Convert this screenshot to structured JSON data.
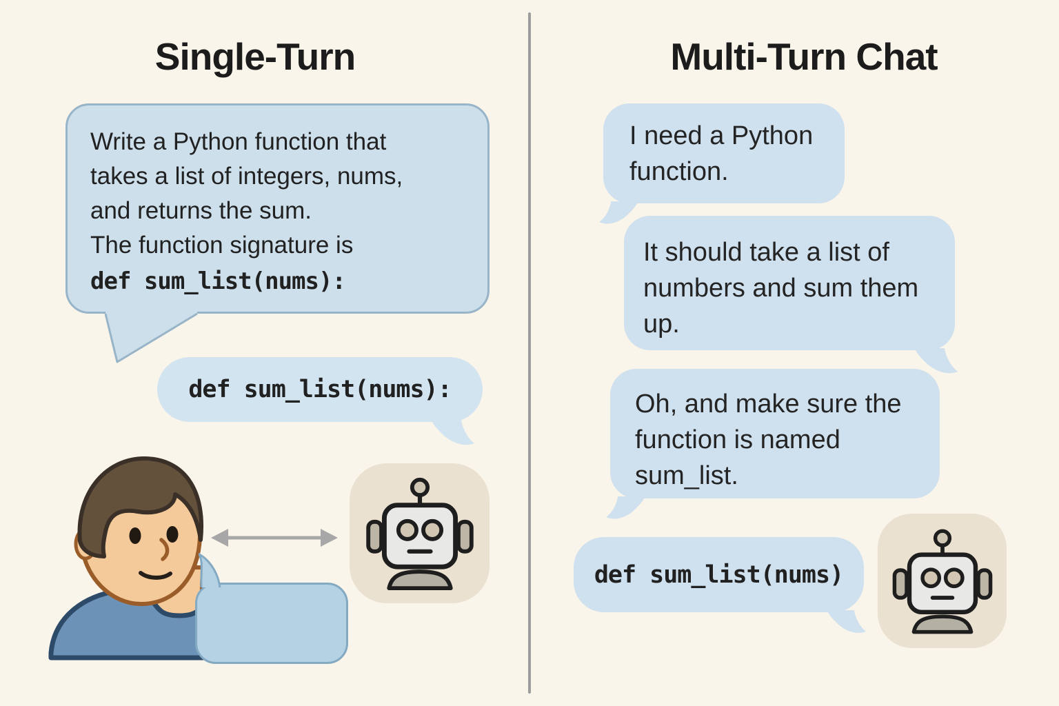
{
  "left_panel": {
    "title": "Single-Turn",
    "prompt_bubble": {
      "lines": [
        "Write a Python function that",
        "takes a list of integers, nums,",
        "and returns the sum.",
        "The function signature is"
      ],
      "code_line": "def sum_list(nums):"
    },
    "response_bubble": {
      "code": "def sum_list(nums):"
    }
  },
  "right_panel": {
    "title": "Multi-Turn Chat",
    "messages": [
      {
        "sender": "user",
        "lines": [
          "I need a Python",
          "function."
        ]
      },
      {
        "sender": "user",
        "lines": [
          "It should take a list of",
          "numbers and sum them",
          "up."
        ]
      },
      {
        "sender": "user",
        "lines": [
          "Oh, and make sure the",
          "function is named",
          "sum_list."
        ]
      },
      {
        "sender": "assistant",
        "code": "def sum_list(nums)"
      }
    ]
  },
  "colors": {
    "background": "#faf5ea",
    "chat_bubble": "#cfe0ee",
    "prompt_bubble_fill": "#cddfeb",
    "prompt_bubble_border": "#98b4c8",
    "small_bubble_fill": "#b5d2e4",
    "small_bubble_border": "#84a9c2",
    "divider": "#9d9d9d",
    "arrow": "#a7a7a7",
    "robot_panel": "#ebe1d1",
    "title_text": "#1c1c1c",
    "body_text": "#242424"
  }
}
